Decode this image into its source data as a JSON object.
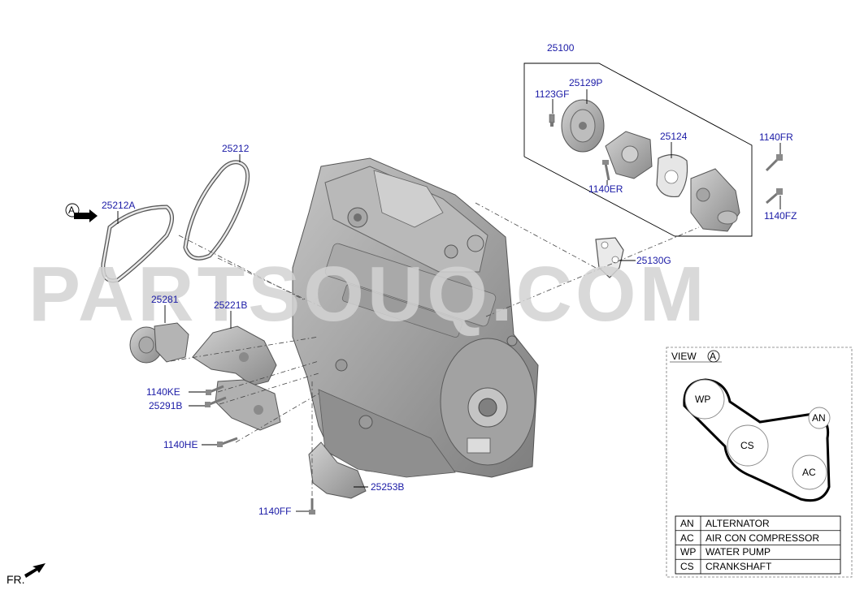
{
  "labels": {
    "p25100": "25100",
    "p25129P": "25129P",
    "p1123GF": "1123GF",
    "p25124": "25124",
    "p1140FR": "1140FR",
    "p1140ER": "1140ER",
    "p1140FZ": "1140FZ",
    "p25130G": "25130G",
    "p25212": "25212",
    "p25212A": "25212A",
    "p25281": "25281",
    "p25221B": "25221B",
    "p1140KE": "1140KE",
    "p25291B": "25291B",
    "p1140HE": "1140HE",
    "p25253B": "25253B",
    "p1140FF": "1140FF"
  },
  "view_marker": "A",
  "watermark": "PARTSOUQ.COM",
  "front_label": "FR.",
  "view_a": {
    "title": "VIEW",
    "marker": "A",
    "pulleys": {
      "wp": "WP",
      "an": "AN",
      "cs": "CS",
      "ac": "AC"
    }
  },
  "legend": [
    {
      "code": "AN",
      "name": "ALTERNATOR"
    },
    {
      "code": "AC",
      "name": "AIR CON COMPRESSOR"
    },
    {
      "code": "WP",
      "name": "WATER PUMP"
    },
    {
      "code": "CS",
      "name": "CRANKSHAFT"
    }
  ],
  "colors": {
    "label": "#1a1aa6",
    "part_gray": "#9a9a9a",
    "watermark": "#d3d3d3"
  }
}
